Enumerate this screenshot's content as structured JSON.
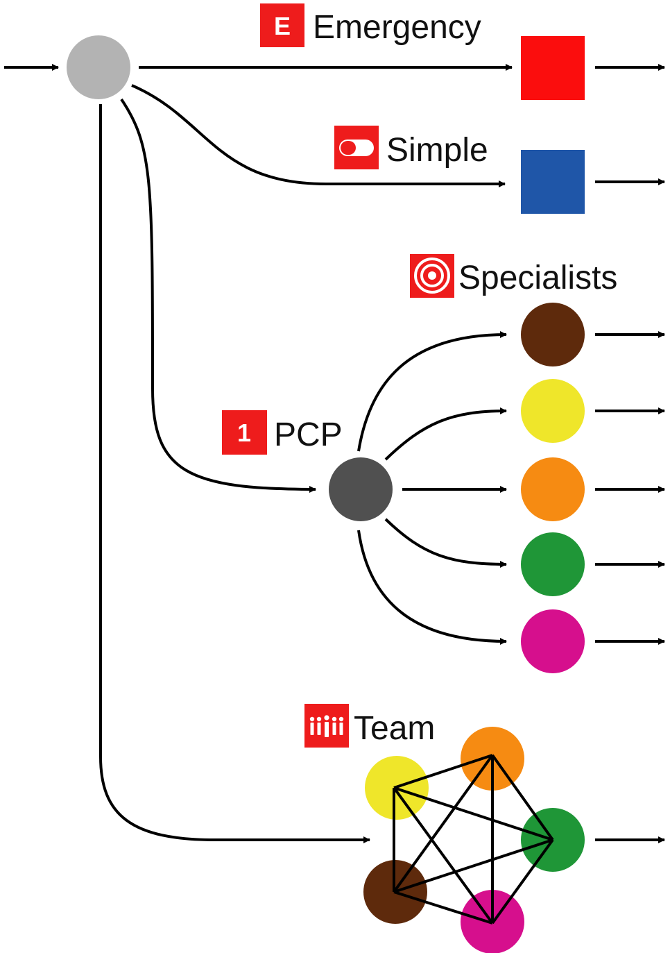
{
  "labels": {
    "emergency": "Emergency",
    "simple": "Simple",
    "specialists": "Specialists",
    "pcp": "PCP",
    "team": "Team"
  },
  "badges": {
    "emergency": "E",
    "pcp": "1"
  },
  "icons": {
    "emergency": "letter-e-badge-icon",
    "simple": "pill-icon",
    "specialists": "target-icon",
    "pcp": "number-one-badge-icon",
    "team": "people-group-icon"
  },
  "colors": {
    "badge_red": "#ee1c1c",
    "emergency_box": "#fb0d0d",
    "simple_box": "#1f56a8",
    "entry_node": "#b3b3b3",
    "pcp_node": "#505050",
    "specialists": [
      "#5e2a0c",
      "#efe62a",
      "#f68b12",
      "#1f9637",
      "#d60f8d"
    ],
    "team": {
      "yellow": "#efe62a",
      "orange": "#f68b12",
      "green": "#1f9637",
      "brown": "#5e2a0c",
      "magenta": "#d60f8d"
    }
  }
}
